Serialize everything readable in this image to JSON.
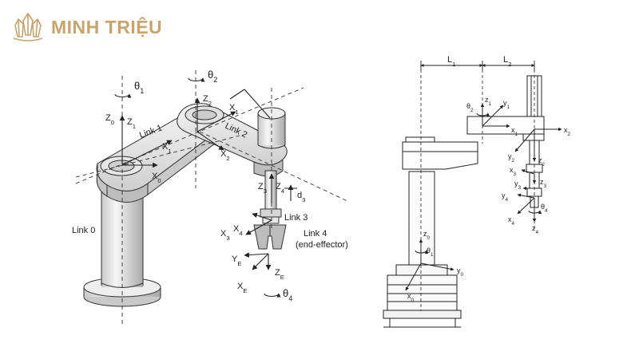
{
  "brand": {
    "name": "MINH TRIỆU",
    "color": "#c9a46a",
    "icon": "crystal-cluster-icon"
  },
  "colors": {
    "line": "#333333",
    "fill_light": "#f2f2f2",
    "fill_mid": "#dcdcdc",
    "fill_dark": "#b4b4b4"
  },
  "left_diagram": {
    "theta1": "θ1",
    "theta2": "θ2",
    "theta4": "θ4",
    "z0": "Z0",
    "z1": "Z1",
    "z2": "Z2",
    "z3": "Z3",
    "z4": "Z4",
    "ze": "ZE",
    "x0": "X0",
    "x1a": "X1",
    "x1b": "X1",
    "x2": "X2",
    "x3": "X3",
    "x4": "X4",
    "xe": "XE",
    "ye": "YE",
    "d3": "d3",
    "link0": "Link 0",
    "link1": "Link 1",
    "link2": "Link 2",
    "link3": "Link 3",
    "link4_line1": "Link 4",
    "link4_line2": "(end-effector)"
  },
  "right_diagram": {
    "L1": "L1",
    "L2": "L2",
    "theta1": "θ1",
    "theta2": "θ2",
    "theta4": "θ4",
    "z0": "z0",
    "z1": "z1",
    "z2": "z2",
    "z3": "z3",
    "z4": "z4",
    "x0": "x0",
    "x1": "x1",
    "x2": "x2",
    "x3": "x3",
    "x4": "x4",
    "y0": "y0",
    "y1": "y1",
    "y2": "y2",
    "y3": "y3",
    "y4": "y4"
  }
}
